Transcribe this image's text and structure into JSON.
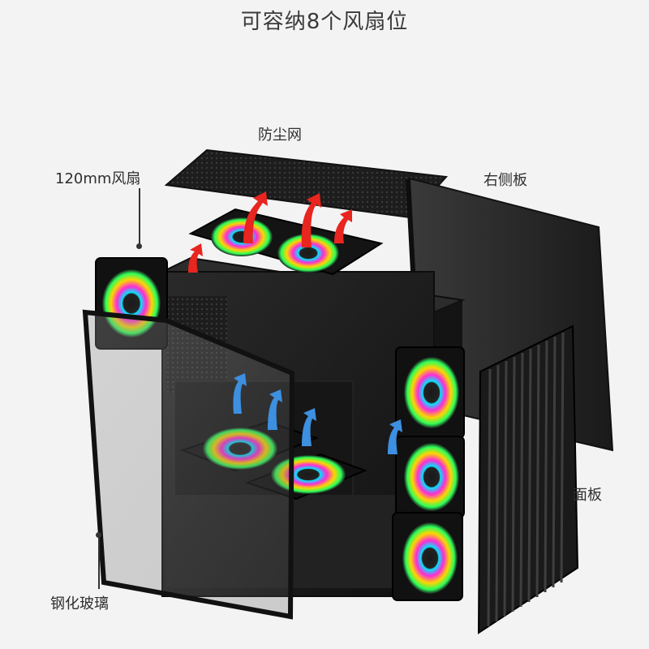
{
  "title": "可容纳8个风扇位",
  "labels": {
    "dust_filter": "防尘网",
    "fan_120mm": "120mm风扇",
    "right_side_panel": "右侧板",
    "front_panel": "面板",
    "tempered_glass": "钢化玻璃"
  },
  "colors": {
    "background": "#f3f3f3",
    "case_dark": "#1c1c1c",
    "exhaust_arrow": "#e8251f",
    "intake_arrow": "#3d8fe0"
  }
}
